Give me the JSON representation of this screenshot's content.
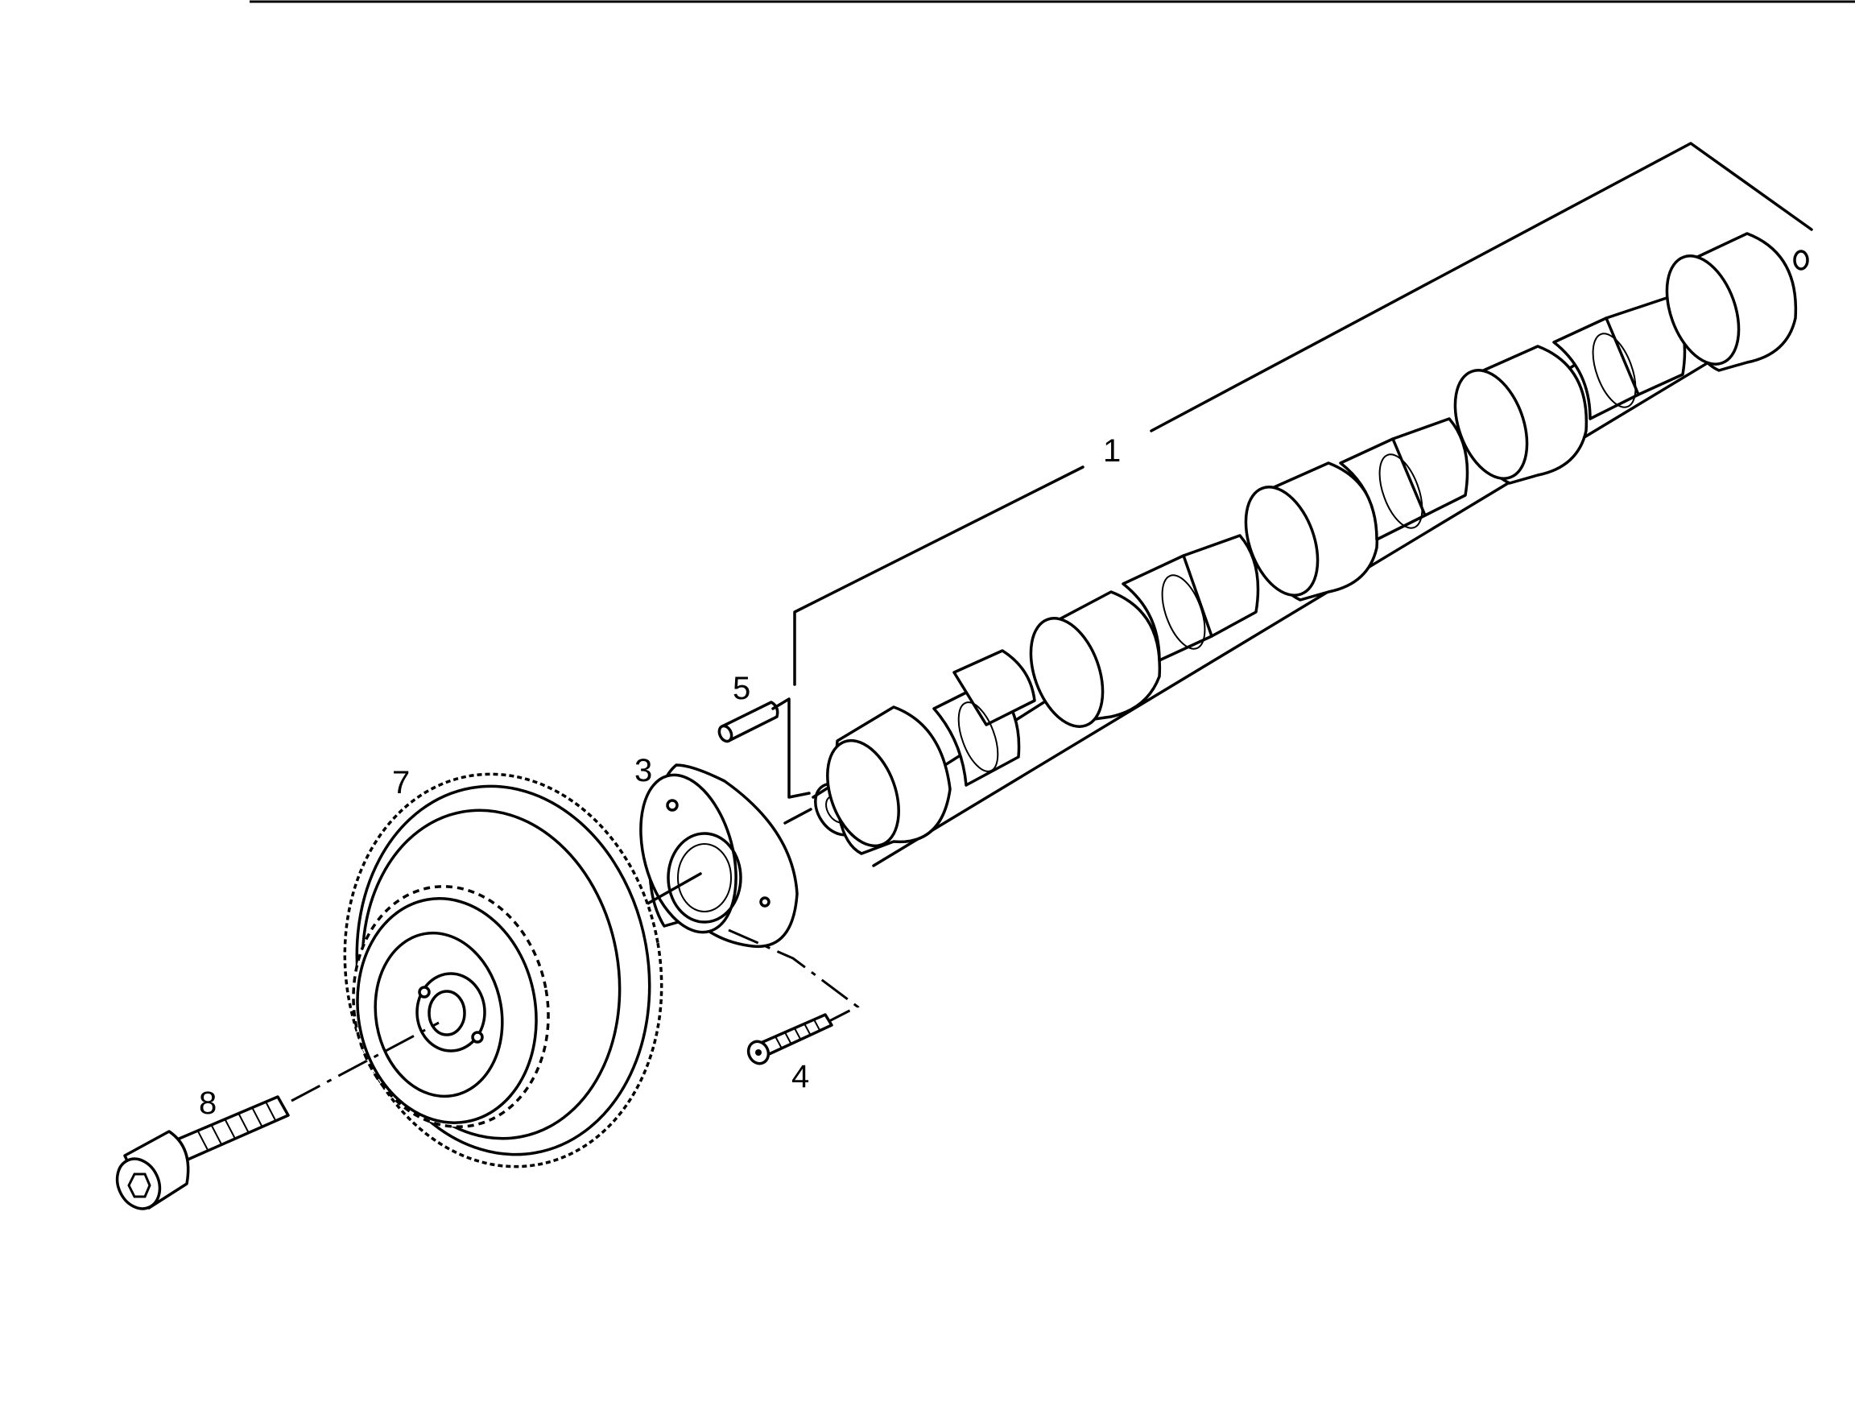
{
  "callouts": [
    {
      "id": "camshaft",
      "label": "1"
    },
    {
      "id": "thrust-plate",
      "label": "3"
    },
    {
      "id": "screw",
      "label": "4"
    },
    {
      "id": "dowel-pin",
      "label": "5"
    },
    {
      "id": "camshaft-gear",
      "label": "7"
    },
    {
      "id": "gear-bolt",
      "label": "8"
    }
  ]
}
